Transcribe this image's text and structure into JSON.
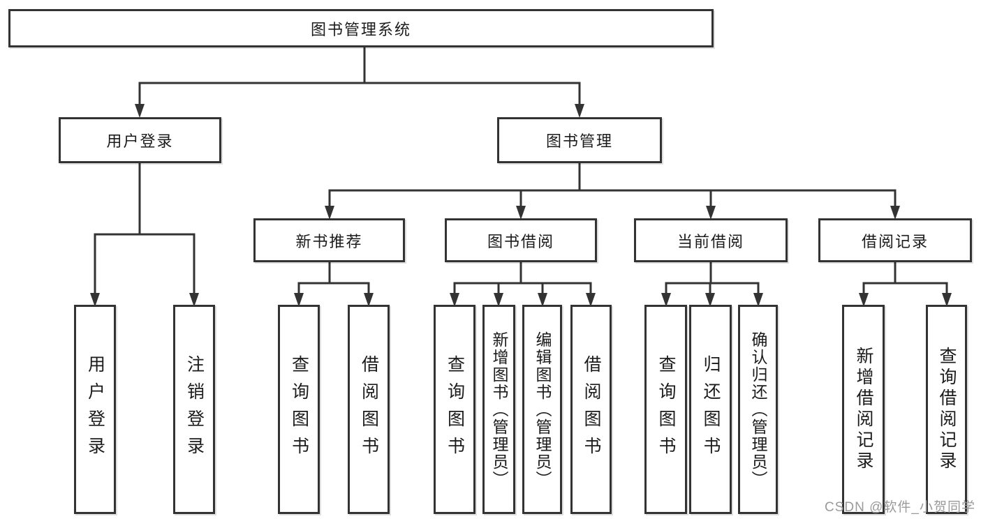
{
  "nodes": {
    "root": "图书管理系统",
    "user_login": "用户登录",
    "book_mgmt": "图书管理",
    "new_book_rec": "新书推荐",
    "book_borrow": "图书借阅",
    "current_borrow": "当前借阅",
    "borrow_records": "借阅记录",
    "leaf_user_login": "用户登录",
    "leaf_logout": "注销登录",
    "leaf_nbr_query": "查询图书",
    "leaf_nbr_borrow": "借阅图书",
    "leaf_bb_query": "查询图书",
    "leaf_bb_add": "新增图书（管理员）",
    "leaf_bb_edit": "编辑图书（管理员）",
    "leaf_bb_borrow": "借阅图书",
    "leaf_cb_query": "查询图书",
    "leaf_cb_return": "归还图书",
    "leaf_cb_confirm": "确认归还（管理员）",
    "leaf_br_add": "新增借阅记录",
    "leaf_br_query": "查询借阅记录"
  },
  "hierarchy": {
    "图书管理系统": {
      "用户登录": [
        "用户登录",
        "注销登录"
      ],
      "图书管理": {
        "新书推荐": [
          "查询图书",
          "借阅图书"
        ],
        "图书借阅": [
          "查询图书",
          "新增图书（管理员）",
          "编辑图书（管理员）",
          "借阅图书"
        ],
        "当前借阅": [
          "查询图书",
          "归还图书",
          "确认归还（管理员）"
        ],
        "借阅记录": [
          "新增借阅记录",
          "查询借阅记录"
        ]
      }
    }
  },
  "watermark": "CSDN @软件_小贺同学",
  "colors": {
    "line": "#333333",
    "box_border": "#333333",
    "text": "#1b1b1b",
    "watermark": "#9a9a9a",
    "background": "#ffffff"
  }
}
